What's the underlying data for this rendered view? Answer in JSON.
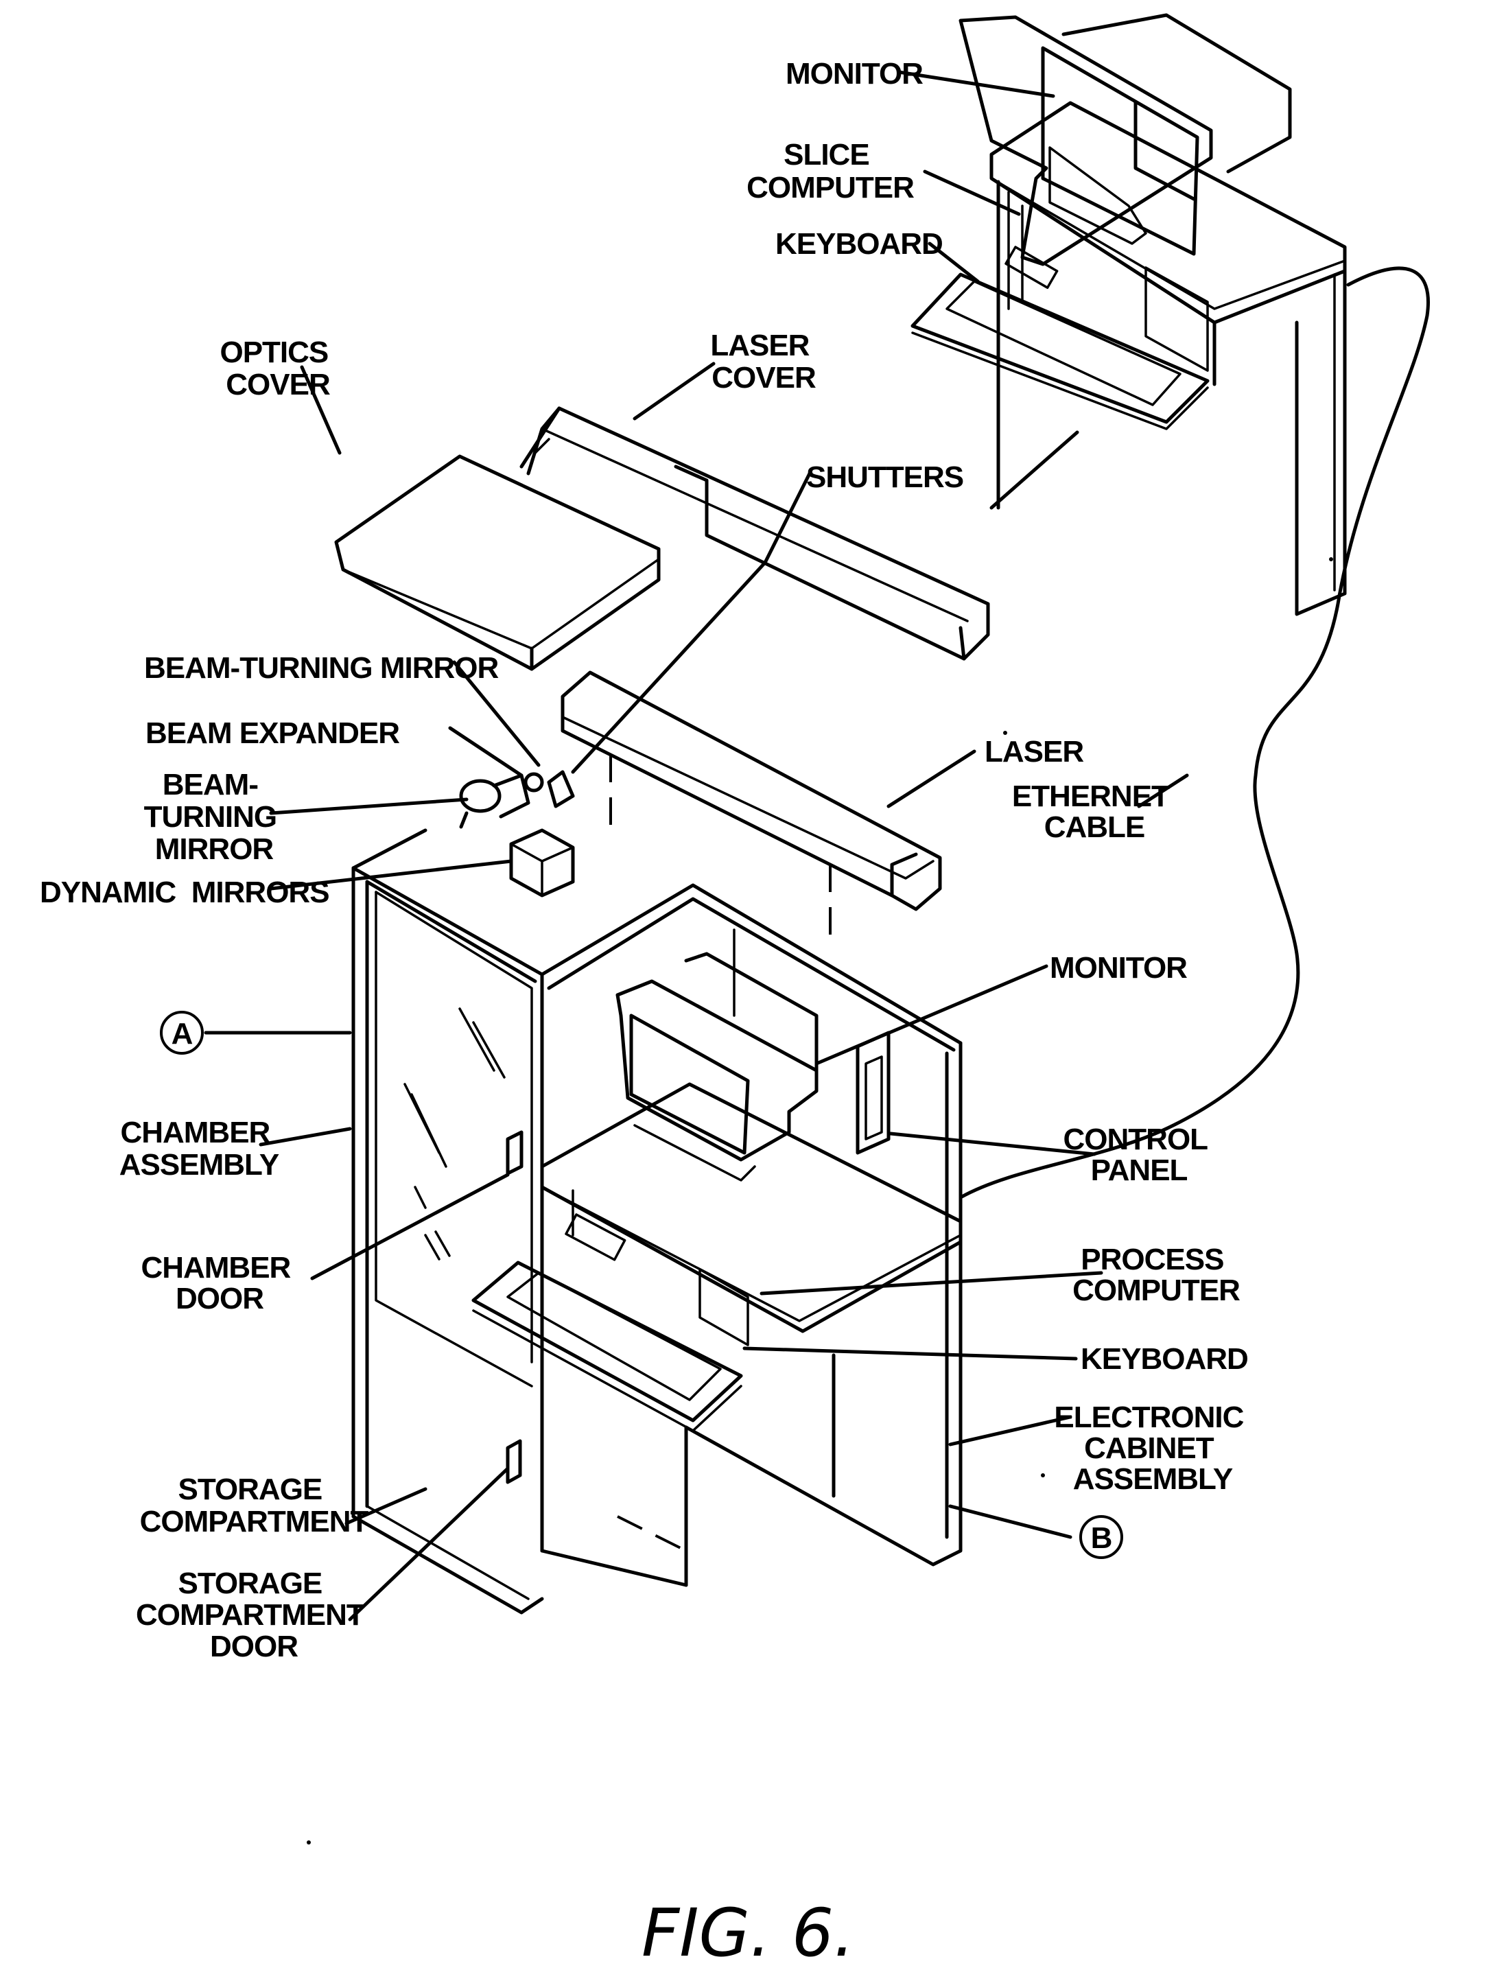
{
  "figure": {
    "caption": "FIG. 6.",
    "colors": {
      "ink": "#000000",
      "paper": "#ffffff"
    }
  },
  "labels": {
    "monitor_top": [
      "MONITOR"
    ],
    "slice_computer": [
      "SLICE",
      "COMPUTER"
    ],
    "keyboard_top": [
      "KEYBOARD"
    ],
    "optics_cover": [
      "OPTICS",
      "COVER"
    ],
    "laser_cover": [
      "LASER",
      "COVER"
    ],
    "shutters": [
      "SHUTTERS"
    ],
    "beam_turning_mirror_top": [
      "BEAM-TURNING MIRROR"
    ],
    "beam_expander": [
      "BEAM EXPANDER"
    ],
    "beam_turning_mirror_left": [
      "BEAM-",
      "TURNING",
      "MIRROR"
    ],
    "dynamic_mirrors": [
      "DYNAMIC  MIRRORS"
    ],
    "laser": [
      "LASER"
    ],
    "ethernet_cable": [
      "ETHERNET",
      "CABLE"
    ],
    "monitor_bottom": [
      "MONITOR"
    ],
    "callout_a": [
      "A"
    ],
    "chamber_assembly": [
      "CHAMBER",
      "ASSEMBLY"
    ],
    "control_panel": [
      "CONTROL",
      "PANEL"
    ],
    "chamber_door": [
      "CHAMBER",
      "DOOR"
    ],
    "process_computer": [
      "PROCESS",
      "COMPUTER"
    ],
    "keyboard_bottom": [
      "KEYBOARD"
    ],
    "electronic_cabinet_assembly": [
      "ELECTRONIC",
      "CABINET",
      "ASSEMBLY"
    ],
    "storage_compartment": [
      "STORAGE",
      "COMPARTMENT"
    ],
    "callout_b": [
      "B"
    ],
    "storage_compartment_door": [
      "STORAGE",
      "COMPARTMENT",
      "DOOR"
    ]
  }
}
